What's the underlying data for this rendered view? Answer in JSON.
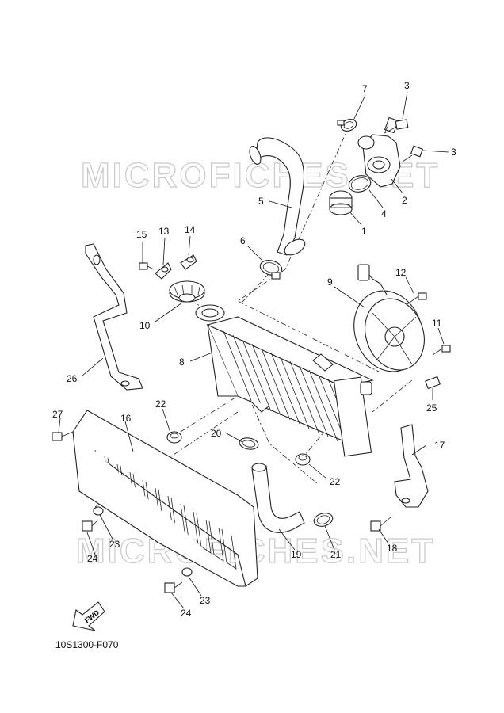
{
  "watermark": "MICROFICHES.NET",
  "diagram_code": "10S1300-F070",
  "fwd_label": "FWD",
  "callouts": {
    "c1": "1",
    "c2": "2",
    "c3a": "3",
    "c3b": "3",
    "c4": "4",
    "c5": "5",
    "c6": "6",
    "c7": "7",
    "c8": "8",
    "c9": "9",
    "c10": "10",
    "c11": "11",
    "c12": "12",
    "c13": "13",
    "c14": "14",
    "c15": "15",
    "c16": "16",
    "c17": "17",
    "c18": "18",
    "c19": "19",
    "c20": "20",
    "c21": "21",
    "c22a": "22",
    "c22b": "22",
    "c23a": "23",
    "c23b": "23",
    "c24a": "24",
    "c24b": "24",
    "c25": "25",
    "c26": "26",
    "c27": "27"
  }
}
